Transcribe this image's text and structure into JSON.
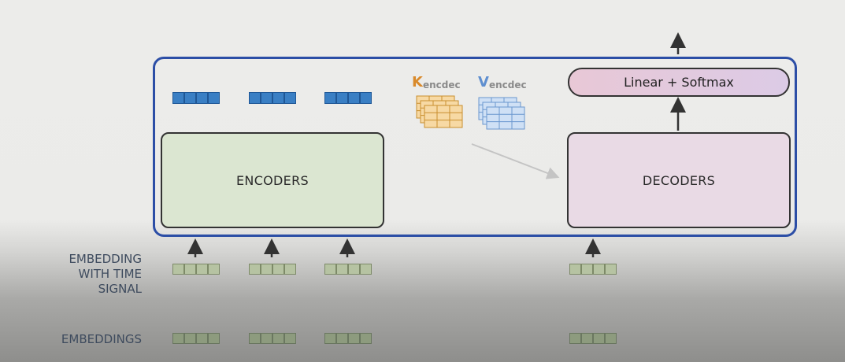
{
  "diagram": {
    "encoders_label": "ENCODERS",
    "decoders_label": "DECODERS",
    "softmax_label": "Linear + Softmax",
    "k_label": {
      "main": "K",
      "sub": "encdec"
    },
    "v_label": {
      "main": "V",
      "sub": "encdec"
    },
    "row_labels": {
      "embedding_time": [
        "EMBEDDING",
        "WITH TIME",
        "SIGNAL"
      ],
      "embeddings": "EMBEDDINGS"
    },
    "colors": {
      "frame_border": "#2c4ea6",
      "encoder_fill": "#dbe6d1",
      "decoder_fill": "#e9dae5",
      "k_color": "#d98a2b",
      "v_color": "#5f8fd0",
      "vector_blue": "#3a7fc4",
      "vector_green": "#b6c3a2"
    }
  }
}
